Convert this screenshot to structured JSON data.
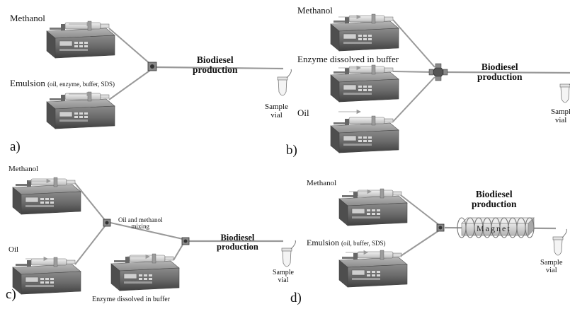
{
  "panels": {
    "a": {
      "label": "a)",
      "pump_top": "Methanol",
      "pump_bottom": "Emulsion",
      "pump_bottom_detail": "(oil, enzyme, buffer, SDS)",
      "product_line1": "Biodiesel",
      "product_line2": "production",
      "vial_line1": "Sample",
      "vial_line2": "vial"
    },
    "b": {
      "label": "b)",
      "pump_top": "Methanol",
      "pump_middle": "Enzyme dissolved in buffer",
      "pump_bottom": "Oil",
      "product_line1": "Biodiesel",
      "product_line2": "production",
      "vial_line1": "Sampl",
      "vial_line2": "vial"
    },
    "c": {
      "label": "c)",
      "pump_top": "Methanol",
      "pump_bottom": "Oil",
      "mixing_line1": "Oil and methanol",
      "mixing_line2": "mixing",
      "pump_enzyme": "Enzyme dissolved in buffer",
      "product_line1": "Biodiesel",
      "product_line2": "production",
      "vial_line1": "Sample",
      "vial_line2": "vial"
    },
    "d": {
      "label": "d)",
      "pump_top": "Methanol",
      "pump_bottom": "Emulsion",
      "pump_bottom_detail": "(oil, buffer, SDS)",
      "magnet": "Magnet",
      "product_line1": "Biodiesel",
      "product_line2": "production",
      "vial_line1": "Sample",
      "vial_line2": "vial"
    }
  }
}
